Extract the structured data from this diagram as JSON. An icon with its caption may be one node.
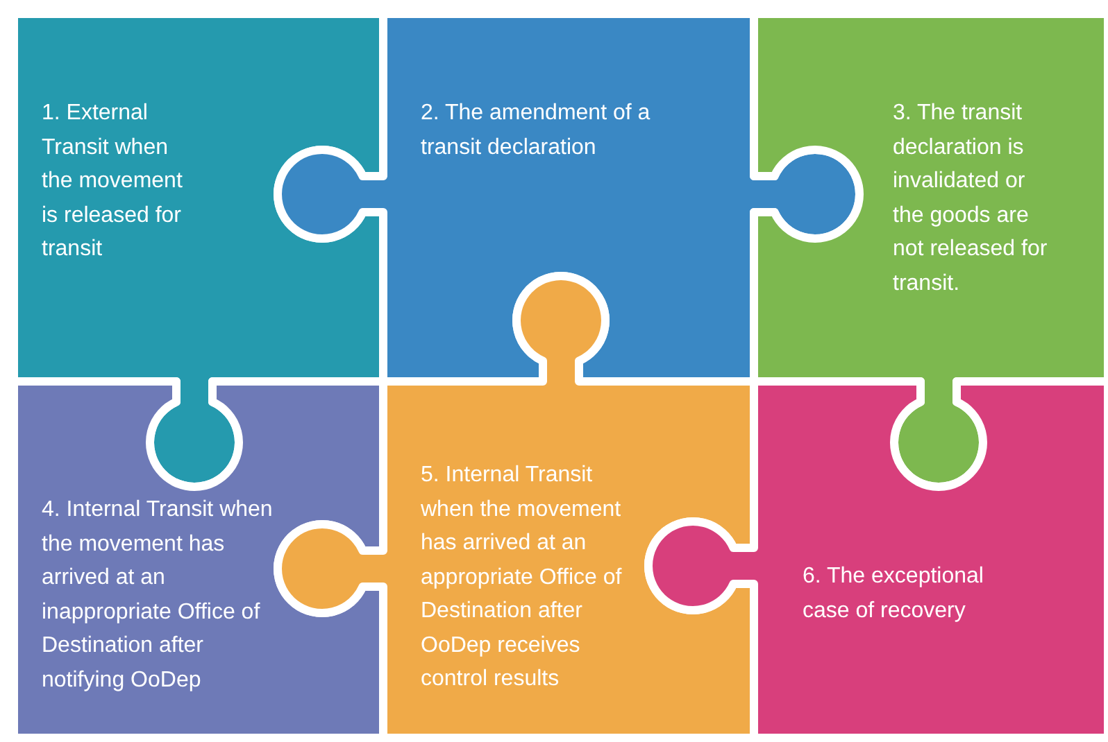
{
  "diagram": {
    "nodes": [
      {
        "text": [
          "1. External Transit when the movement is released for transit"
        ]
      },
      {
        "text": [
          "2. The amendment of a transit declaration"
        ]
      },
      {
        "text": [
          "3. The transit declaration is invalidated or the goods are not released for transit."
        ]
      },
      {
        "text": [
          "4. Internal Transit when the movement has arrived at an inappropriate Office of Destination after notifying OoDep"
        ]
      },
      {
        "text": [
          "5. Internal Transit when the movement has arrived at an appropriate Office of Destination after OoDep receives control results"
        ]
      },
      {
        "text": [
          "6. The exceptional case of recovery"
        ]
      }
    ]
  }
}
